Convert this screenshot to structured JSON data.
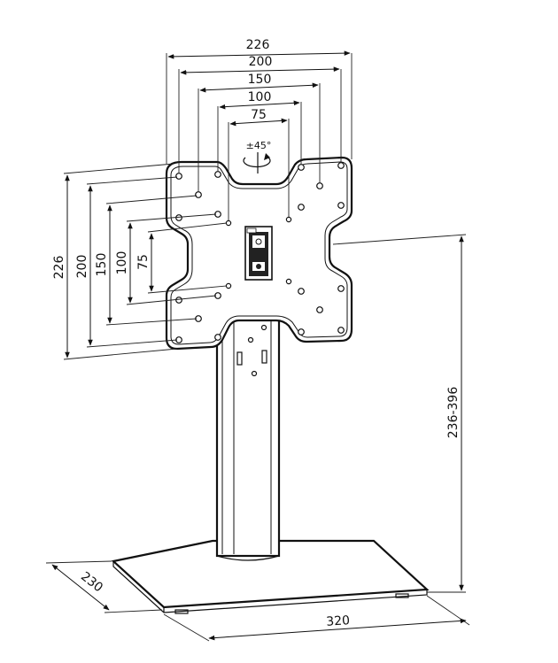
{
  "colors": {
    "line": "#111111",
    "background": "#ffffff"
  },
  "dimensions": {
    "top_widths": [
      "226",
      "200",
      "150",
      "100",
      "75"
    ],
    "left_heights": [
      "226",
      "200",
      "150",
      "100",
      "75"
    ],
    "height_range": "236-396",
    "base_depth": "230",
    "base_width": "320",
    "rotation": "±45°"
  }
}
